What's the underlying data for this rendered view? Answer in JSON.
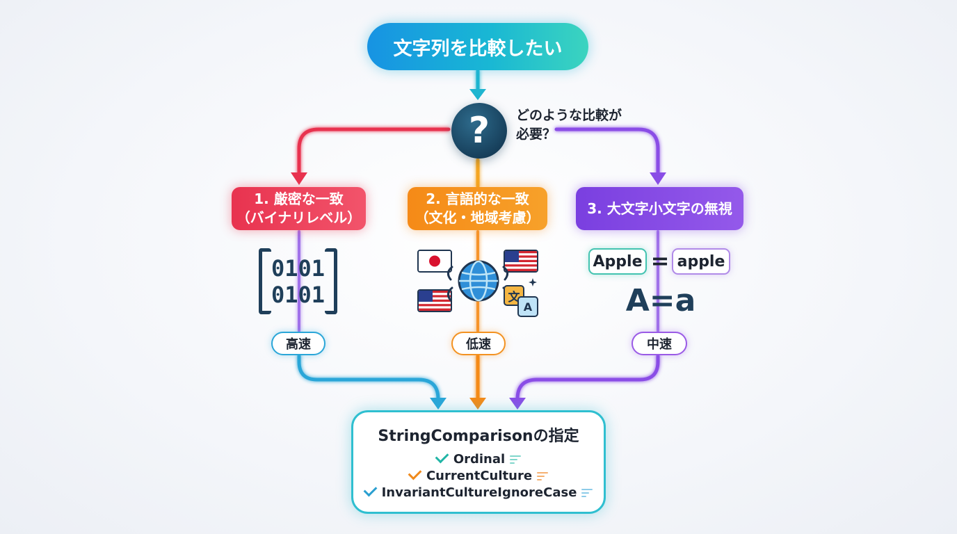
{
  "start": {
    "label": "文字列を比較したい"
  },
  "decision": {
    "symbol": "?",
    "question_line1": "どのような比較が",
    "question_line2": "必要？"
  },
  "options": [
    {
      "line1": "1. 厳密な一致",
      "line2": "（バイナリレベル）",
      "speed": "高速",
      "color": "#e8334f"
    },
    {
      "line1": "2. 言語的な一致",
      "line2": "（文化・地域考慮）",
      "speed": "低速",
      "color": "#f58a17"
    },
    {
      "line1": "3. 大文字小文字の無視",
      "line2": "",
      "speed": "中速",
      "color": "#7a3fe0"
    }
  ],
  "binary": {
    "row1": "0101",
    "row2": "0101"
  },
  "culture_icons": [
    "japan-flag",
    "us-flag",
    "globe",
    "us-flag",
    "translate-bubble"
  ],
  "translate": {
    "glyph1": "文",
    "glyph2": "A"
  },
  "case_example": {
    "upper": "Apple",
    "equals": "=",
    "lower": "apple",
    "formula": "A=a"
  },
  "result": {
    "title": "StringComparisonの指定",
    "items": [
      {
        "label": "Ordinal",
        "check_color": "#21b5a6"
      },
      {
        "label": "CurrentCulture",
        "check_color": "#f08a1c"
      },
      {
        "label": "InvariantCultureIgnoreCase",
        "check_color": "#2a9fd0"
      }
    ]
  },
  "colors": {
    "teal": "#1fb5d0",
    "red": "#e8334f",
    "orange": "#f58a17",
    "purple": "#8a4ee6",
    "blue": "#2aa6d8",
    "navy": "#17405c"
  }
}
